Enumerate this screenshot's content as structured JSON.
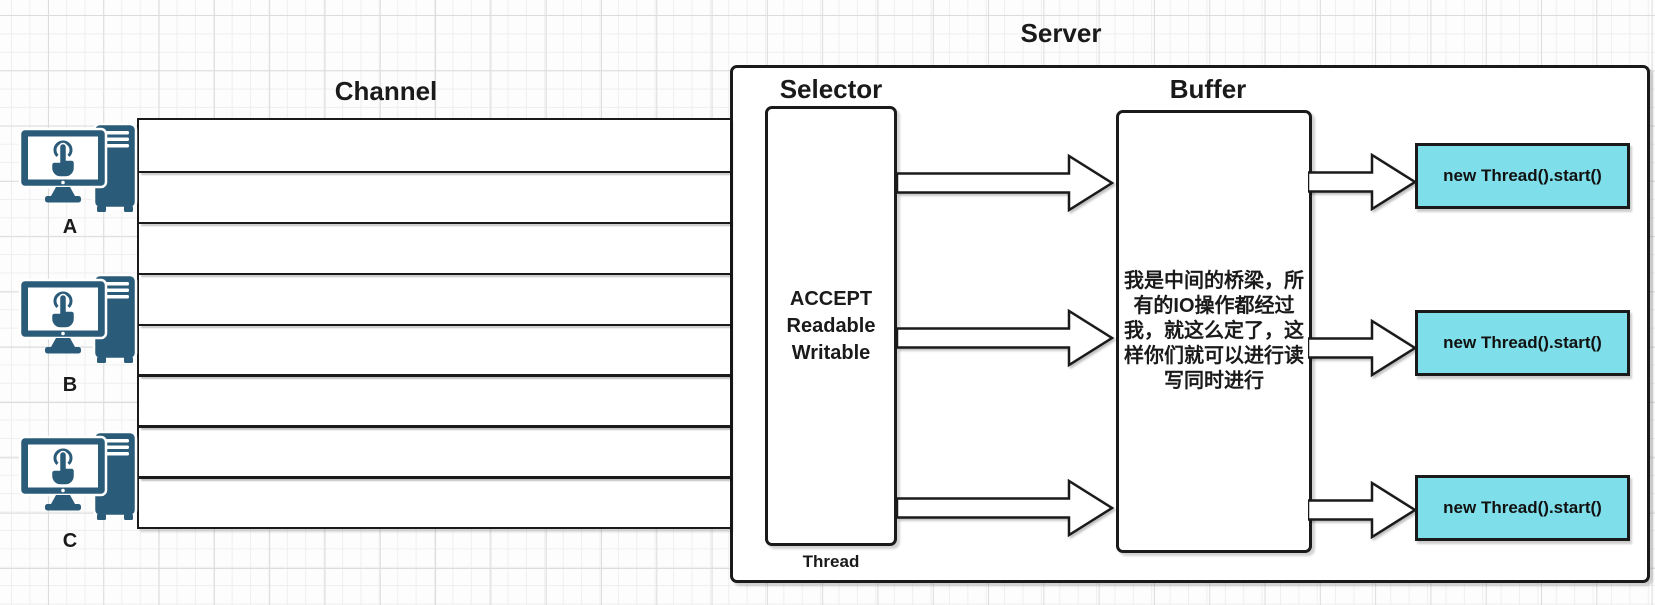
{
  "diagram": {
    "server_title": "Server",
    "channel_title": "Channel",
    "selector_title": "Selector",
    "buffer_title": "Buffer",
    "thread_label": "Thread",
    "selector_lines": [
      "ACCEPT",
      "Readable",
      "Writable"
    ],
    "buffer_text": "我是中间的桥梁，所有的IO操作都经过我，就这么定了，这样你们就可以进行读写同时进行",
    "clients": [
      {
        "label": "A"
      },
      {
        "label": "B"
      },
      {
        "label": "C"
      }
    ],
    "thread_boxes": [
      {
        "label": "new Thread().start()"
      },
      {
        "label": "new Thread().start()"
      },
      {
        "label": "new Thread().start()"
      }
    ],
    "channel_rows": 8,
    "colors": {
      "thread_box_fill": "#7EDFEA",
      "client_icon_teal": "#2A5B79",
      "stroke": "#1A1A1A"
    }
  }
}
